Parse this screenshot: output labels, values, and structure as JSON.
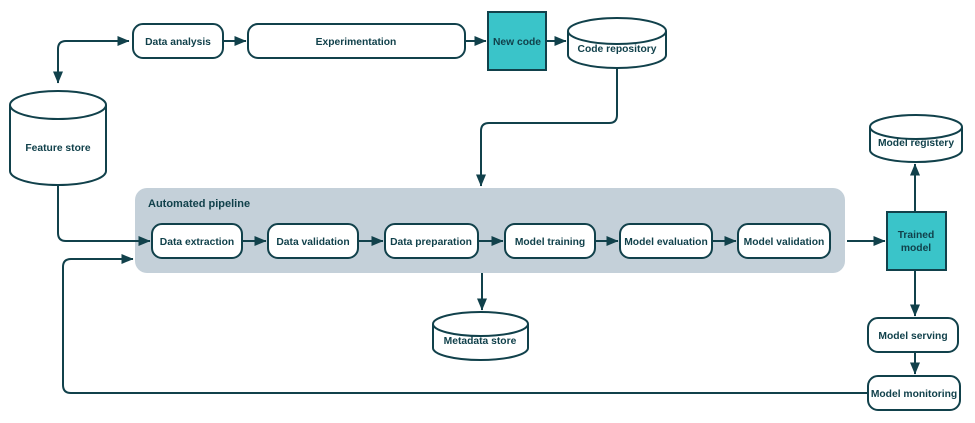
{
  "colors": {
    "stroke": "#11414b",
    "accent": "#3ac4c9",
    "pipeline_bg": "#c4d0d9",
    "box_bg": "#ffffff",
    "page_bg": "#ffffff"
  },
  "nodes": {
    "data_analysis": "Data analysis",
    "experimentation": "Experimentation",
    "new_code": "New code",
    "code_repository": "Code repository",
    "feature_store": "Feature store",
    "model_registry": "Model registery",
    "trained_model_line1": "Trained",
    "trained_model_line2": "model",
    "model_serving": "Model serving",
    "model_monitoring": "Model monitoring",
    "metadata_store": "Metadata store"
  },
  "pipeline": {
    "label": "Automated pipeline",
    "steps": [
      "Data extraction",
      "Data validation",
      "Data preparation",
      "Model training",
      "Model evaluation",
      "Model validation"
    ]
  }
}
